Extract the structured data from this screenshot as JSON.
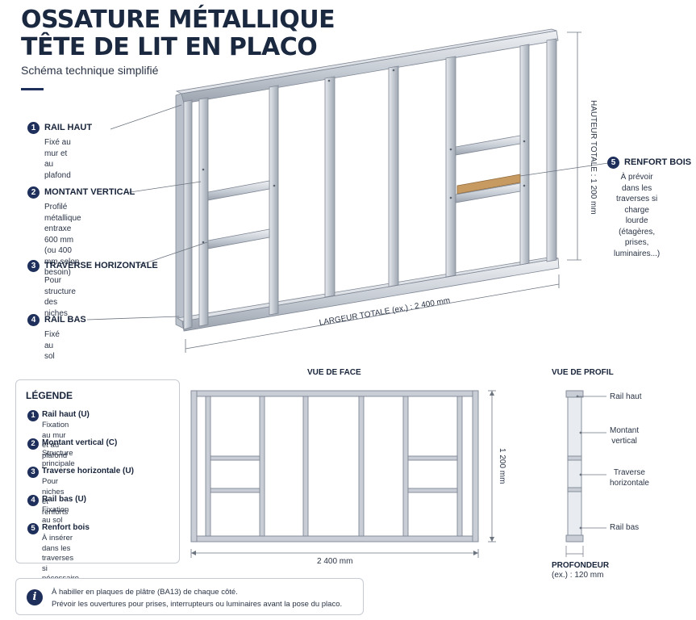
{
  "header": {
    "title_line1": "OSSATURE MÉTALLIQUE",
    "title_line2": "TÊTE DE LIT EN PLACO",
    "subtitle": "Schéma technique simplifié"
  },
  "callouts": [
    {
      "num": "1",
      "title": "RAIL HAUT",
      "body": "Fixé au mur et\nau plafond"
    },
    {
      "num": "2",
      "title": "MONTANT VERTICAL",
      "body": "Profilé métallique\nentraxe 600 mm\n(ou 400 mm selon\nbesoin)"
    },
    {
      "num": "3",
      "title": "TRAVERSE HORIZONTALE",
      "body": "Pour structure\ndes niches"
    },
    {
      "num": "4",
      "title": "RAIL BAS",
      "body": "Fixé au sol"
    },
    {
      "num": "5",
      "title": "RENFORT BOIS",
      "body": "À prévoir dans les\ntraverses si charge\nlourde (étagères,\nprises, luminaires...)"
    }
  ],
  "dimensions_3d": {
    "height": "HAUTEUR TOTALE : 1 200 mm",
    "width": "LARGEUR TOTALE (ex.) : 2 400 mm"
  },
  "legend": {
    "title": "LÉGENDE",
    "items": [
      {
        "num": "1",
        "name": "Rail haut (U)",
        "desc": "Fixation au mur et au plafond"
      },
      {
        "num": "2",
        "name": "Montant vertical (C)",
        "desc": "Structure principale"
      },
      {
        "num": "3",
        "name": "Traverse horizontale (U)",
        "desc": "Pour niches et renforts"
      },
      {
        "num": "4",
        "name": "Rail bas (U)",
        "desc": "Fixation au sol"
      },
      {
        "num": "5",
        "name": "Renfort bois",
        "desc": "À insérer dans les traverses\nsi nécessaire"
      }
    ]
  },
  "front_view": {
    "title": "VUE DE FACE",
    "height_label": "1 200 mm",
    "width_label": "2 400 mm"
  },
  "profile_view": {
    "title": "VUE DE PROFIL",
    "labels": [
      "Rail haut",
      "Montant\nvertical",
      "Traverse\nhorizontale",
      "Rail bas"
    ],
    "depth_label": "PROFONDEUR",
    "depth_value": "(ex.) : 120 mm"
  },
  "info": {
    "line1": "À habiller en plaques de plâtre (BA13) de chaque côté.",
    "line2": "Prévoir les ouvertures pour prises, interrupteurs ou luminaires avant la pose du placo."
  },
  "colors": {
    "accent": "#1d2f5a",
    "metal": "#c9ced6",
    "metal_edge": "#7f8794",
    "wood": "#c79a62"
  }
}
